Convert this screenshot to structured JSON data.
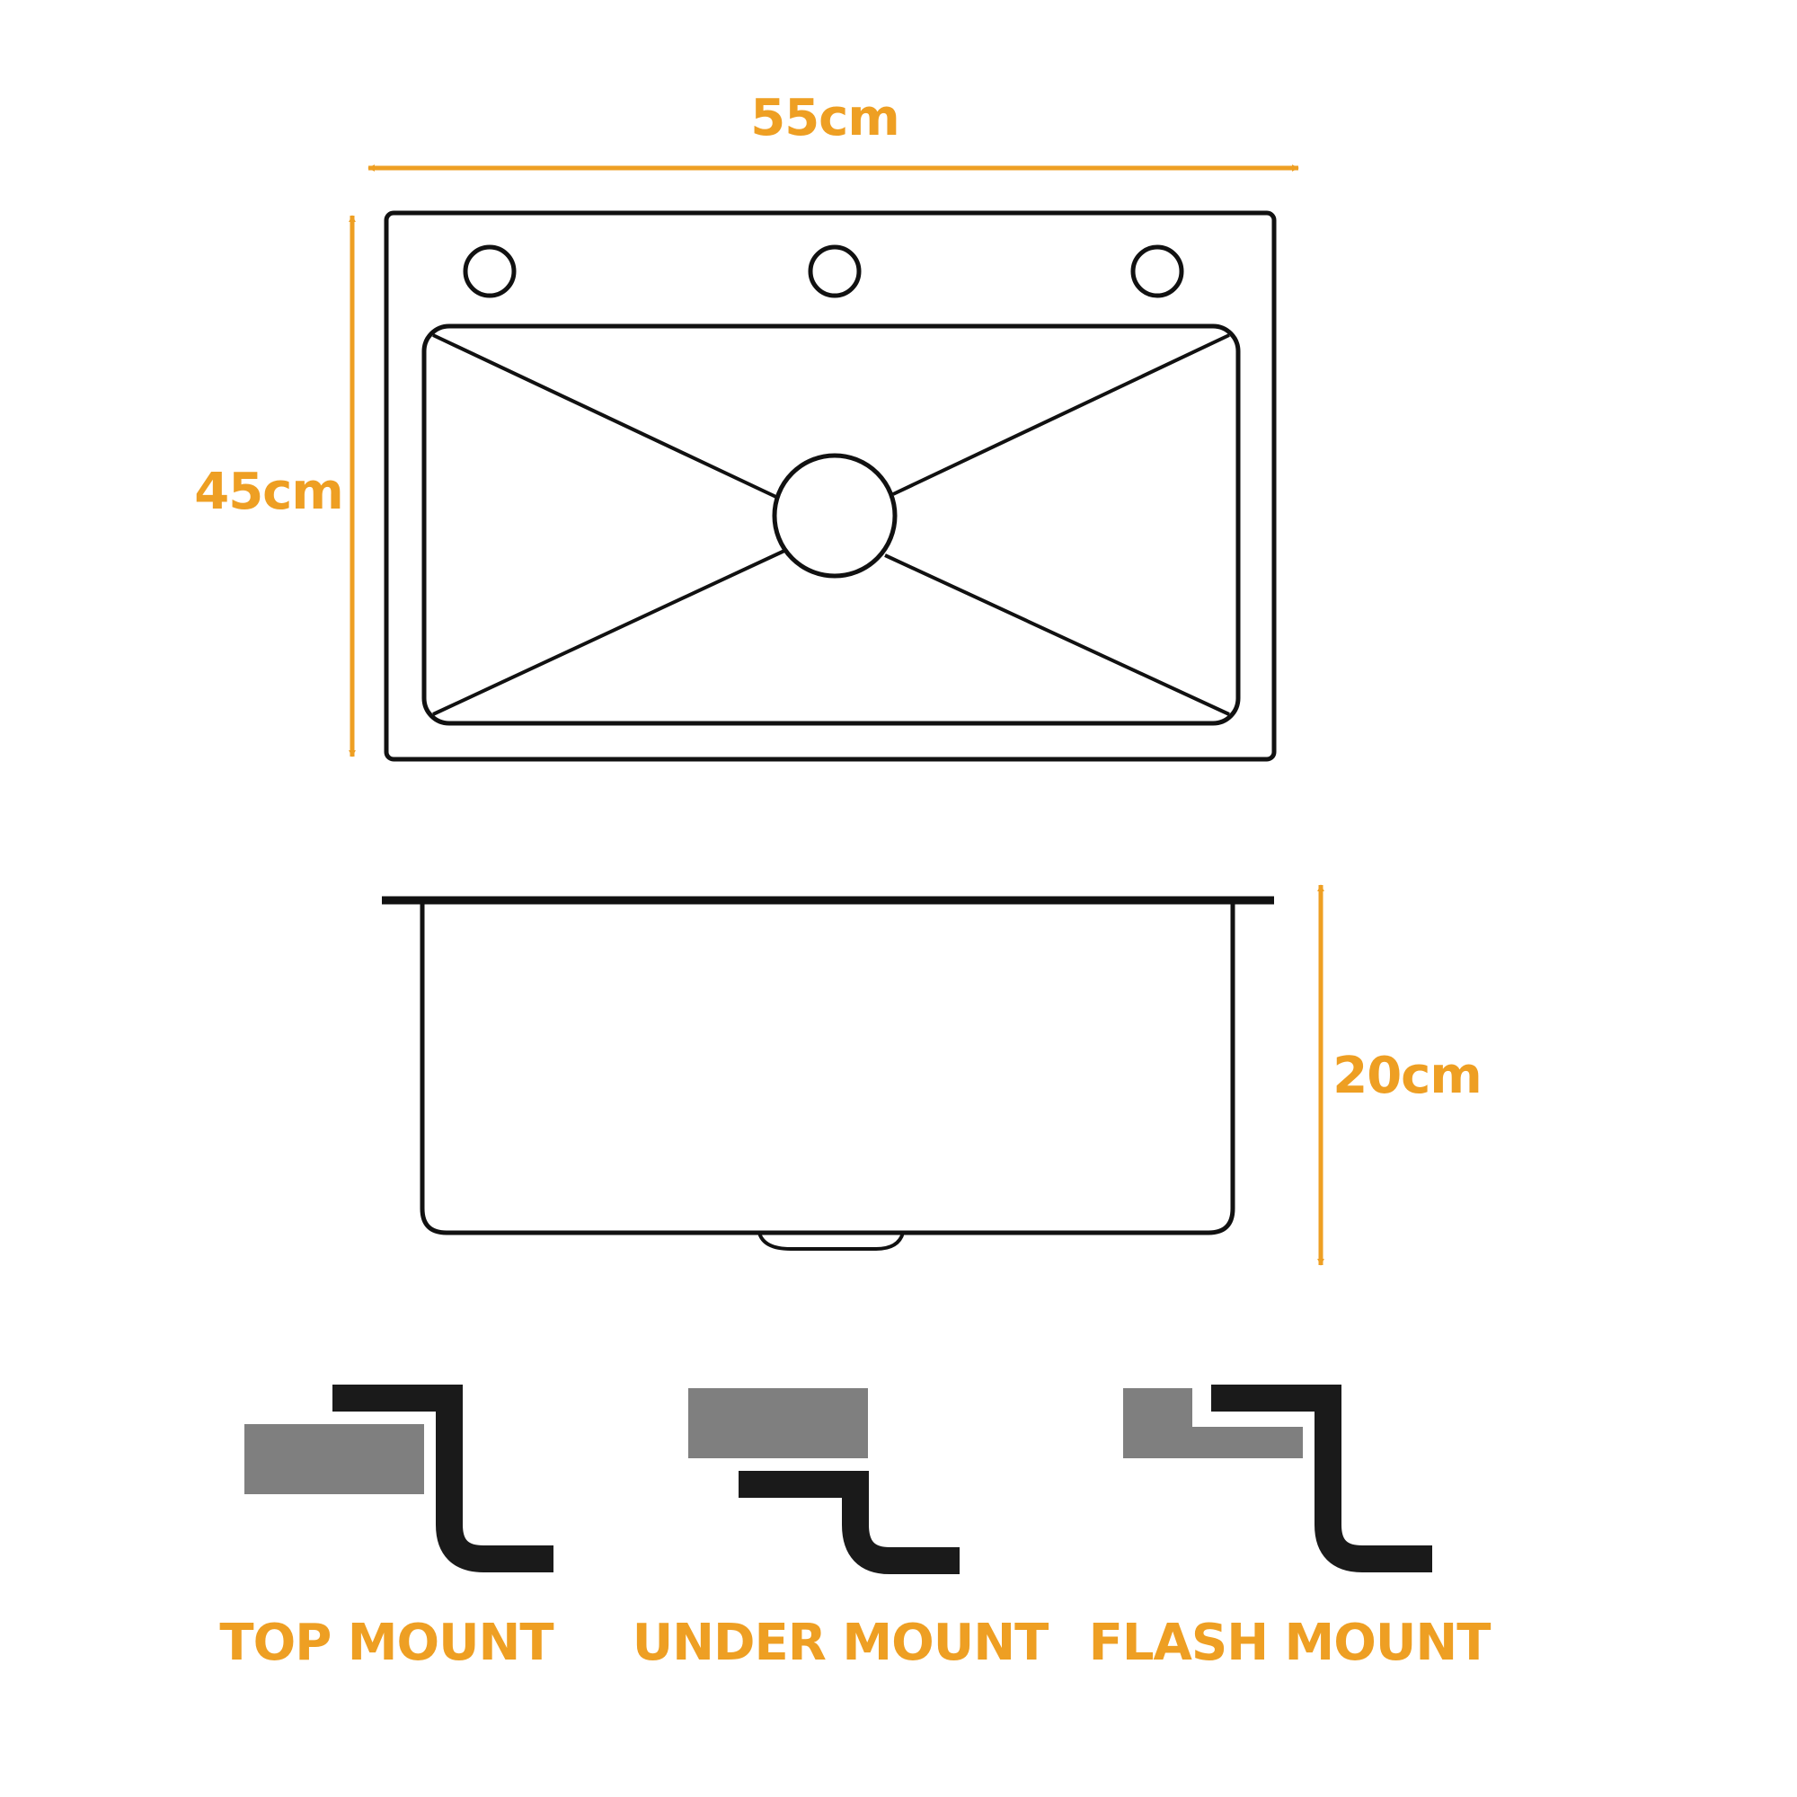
{
  "colors": {
    "accent": "#EE9F23",
    "outline": "#111111",
    "counter": "#7f7f7f",
    "sink_profile": "#1a1a1a"
  },
  "dimensions": {
    "width": "55cm",
    "depth": "45cm",
    "height": "20cm"
  },
  "mount_types": [
    {
      "label": "TOP MOUNT"
    },
    {
      "label": "UNDER MOUNT"
    },
    {
      "label": "FLASH MOUNT"
    }
  ]
}
